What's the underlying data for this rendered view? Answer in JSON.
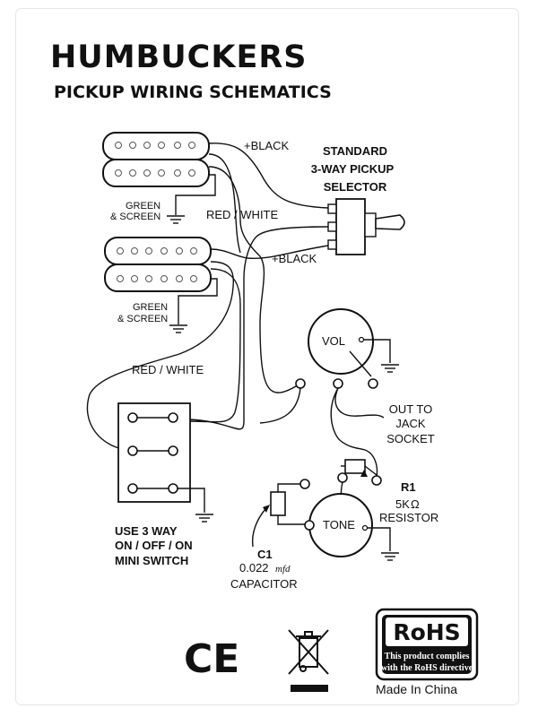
{
  "header": {
    "title": "HUMBUCKERS",
    "subtitle": "PICKUP WIRING SCHEMATICS"
  },
  "labels": {
    "plus_black_top": "+BLACK",
    "selector": [
      "STANDARD",
      "3-WAY PICKUP",
      "SELECTOR"
    ],
    "green_screen_1": [
      "GREEN",
      "& SCREEN"
    ],
    "red_white_top": "RED / WHITE",
    "plus_black_mid": "+BLACK",
    "green_screen_2": [
      "GREEN",
      "& SCREEN"
    ],
    "red_white_mid": "RED / WHITE",
    "vol": "VOL",
    "out_to_jack": [
      "OUT TO",
      "JACK",
      "SOCKET"
    ],
    "r1": "R1",
    "r1_value": "5K",
    "r1_unit": "Ω",
    "resistor": "RESISTOR",
    "tone": "TONE",
    "c1": "C1",
    "c1_value": "0.022",
    "c1_unit": "mfd",
    "capacitor": "CAPACITOR",
    "mini_switch": [
      "USE 3 WAY",
      "ON / OFF / ON",
      "MINI SWITCH"
    ],
    "rohs_title": "RoHS",
    "rohs_line1": "This product complies",
    "rohs_line2": "with the RoHS directive",
    "ce_mark": "CE",
    "made_in": "Made In China"
  },
  "icons": [
    "humbucker-pickup-icon",
    "toggle-switch-icon",
    "potentiometer-icon",
    "ground-icon",
    "resistor-icon",
    "capacitor-icon",
    "mini-switch-icon",
    "ce-mark-icon",
    "weee-bin-icon",
    "rohs-badge-icon"
  ]
}
